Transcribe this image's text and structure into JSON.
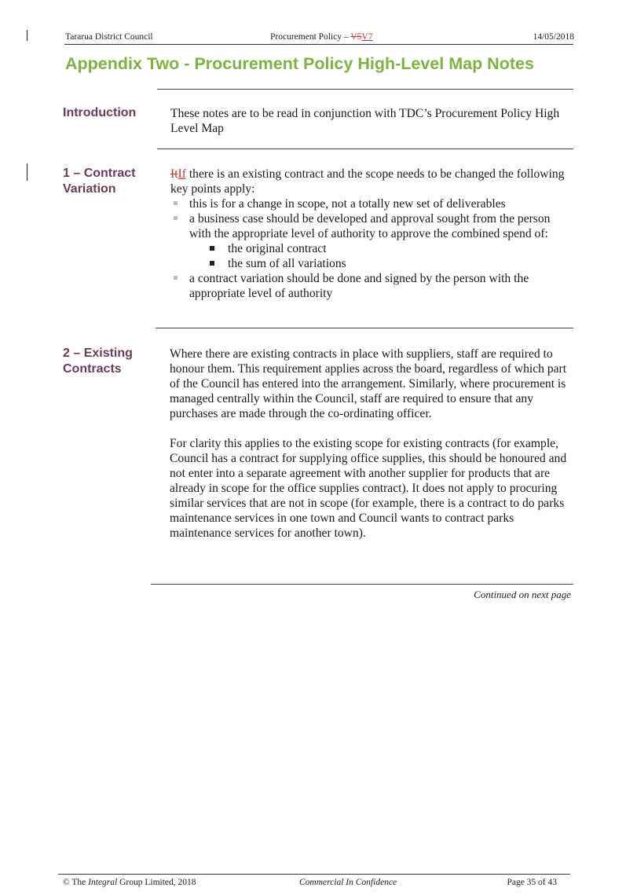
{
  "header": {
    "org": "Tararua District Council",
    "doc_prefix": "Procurement Policy – ",
    "doc_old_version": "V5",
    "doc_new_version": "V7",
    "date": "14/05/2018"
  },
  "title": "Appendix Two -  Procurement Policy High-Level Map Notes",
  "sections": {
    "intro": {
      "label": "Introduction",
      "text": "These notes are to be read in conjunction with TDC’s Procurement Policy High Level Map"
    },
    "variation": {
      "label_line1": "1 – Contract",
      "label_line2": "Variation",
      "lead_deleted": "It",
      "lead_inserted": "If",
      "lead_rest": " there is an existing contract and the scope needs to be changed the following key points apply:",
      "bullets": {
        "b1": "this is for a change in scope, not a totally new set of deliverables",
        "b2": "a business case should be developed and approval sought from the person with the appropriate level of authority to approve the combined spend of:",
        "b2_sub1": "the original contract",
        "b2_sub2": "the sum of all variations",
        "b3": "a contract variation should be done and signed by the person with the appropriate level of authority"
      }
    },
    "existing": {
      "label_line1": "2 – Existing",
      "label_line2": "Contracts",
      "para1": "Where there are existing contracts in place with suppliers, staff are required to honour them.  This requirement applies across the board, regardless of which part of the Council has entered into the arrangement.  Similarly, where procurement is managed centrally within the Council, staff are required to ensure that any purchases are made through the co-ordinating officer.",
      "para2": "For clarity this applies to the existing scope for existing contracts (for example, Council has a contract for supplying office supplies, this should be honoured and not enter into a separate agreement with another supplier for products that are already in scope for the office supplies contract).  It does not apply to procuring similar services that are not in scope (for example, there is a contract to do parks maintenance services in one town and Council wants to contract parks maintenance services for another town)."
    }
  },
  "continued": "Continued on next page",
  "footer": {
    "copyright_prefix": "© The ",
    "copyright_italic": "Integral",
    "copyright_suffix": " Group Limited, 2018",
    "confidence": "Commercial In Confidence",
    "page": "Page 35 of 43"
  }
}
